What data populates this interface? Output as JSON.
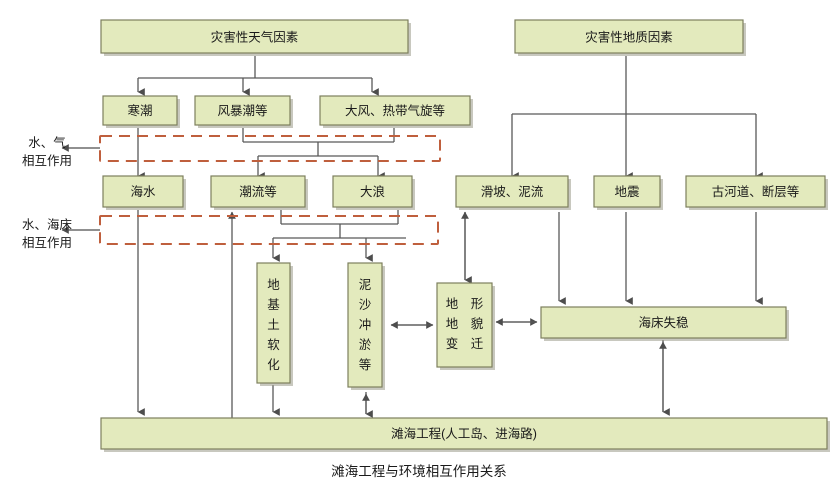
{
  "diagram": {
    "caption": "滩海工程与环境相互作用关系",
    "colors": {
      "node_fill": "#e3eabd",
      "node_stroke": "#7d7f5d",
      "dashed_stroke": "#bf5f3d",
      "connector": "#595959",
      "text": "#1a1a1a",
      "background": "#ffffff"
    },
    "side_labels": [
      {
        "line1": "水、气",
        "line2": "相互作用"
      },
      {
        "line1": "水、海床",
        "line2": "相互作用"
      }
    ],
    "nodes": {
      "weather_factors": "灾害性天气因素",
      "geology_factors": "灾害性地质因素",
      "cold_wave": "寒潮",
      "storm_surge": "风暴潮等",
      "strong_wind": "大风、热带气旋等",
      "seawater": "海水",
      "tidal_current": "潮流等",
      "big_wave": "大浪",
      "landslide": "滑坡、泥流",
      "earthquake": "地震",
      "paleochannel": "古河道、断层等",
      "soil_softening": "地基土软化",
      "sediment_scour": "泥沙冲淤等",
      "geomorph_change": "地形地貌变迁",
      "seabed_instability": "海床失稳",
      "coastal_project": "滩海工程(人工岛、进海路)"
    },
    "vertical_nodes": {
      "soil_softening_chars": "地基土软化",
      "sediment_scour_chars": "泥沙冲淤等",
      "geomorph_col1": "地地变",
      "geomorph_col2": "形貌迁"
    }
  }
}
